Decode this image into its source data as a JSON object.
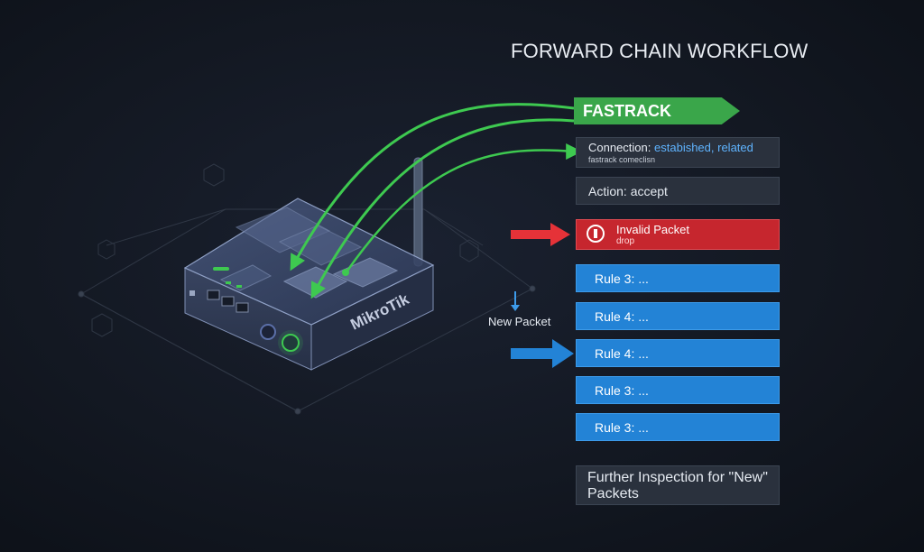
{
  "title": "FORWARD CHAIN WORKFLOW",
  "device_label": "MikroTik",
  "new_packet_label": "New Packet",
  "chain": {
    "fastrack": "FASTRACK",
    "connection": {
      "label": "Connection:",
      "state": "estabished, related",
      "sub": "fastrack comeclisn"
    },
    "action": "Action: accept",
    "invalid": {
      "title": "Invalid Packet",
      "sub": "drop"
    },
    "rules": [
      "Rule 3: ...",
      "Rule 4: ...",
      "Rule 4: ...",
      "Rule 3: ...",
      "Rule 3: ..."
    ],
    "further": "Further Inspection for \"New\" Packets"
  },
  "colors": {
    "fastrack_green": "#3aa64a",
    "invalid_red": "#c6262e",
    "rule_blue": "#2383d6",
    "dark_box": "#2a313d"
  }
}
